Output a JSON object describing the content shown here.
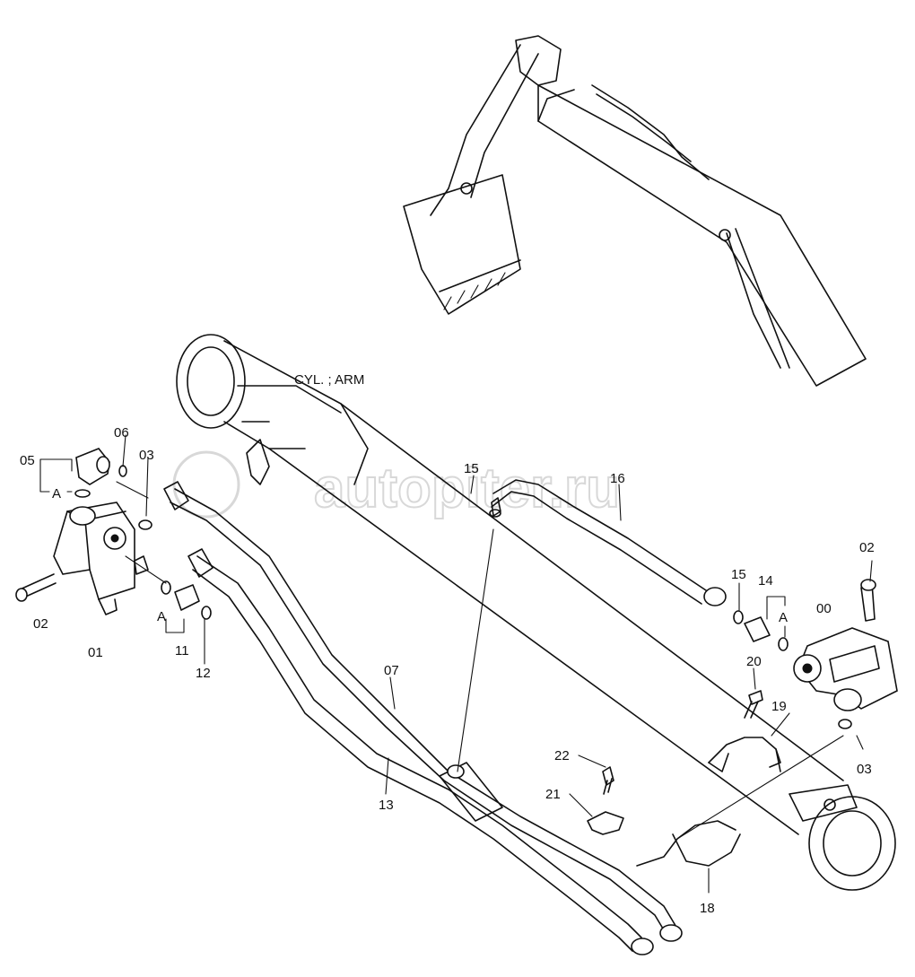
{
  "watermark": "autopiter.ru",
  "caption": "CYL. ; ARM",
  "labels": {
    "l00": "00",
    "l01": "01",
    "l02a": "02",
    "l02b": "02",
    "l03a": "03",
    "l03b": "03",
    "l05": "05",
    "l06": "06",
    "l07": "07",
    "l11": "11",
    "l12": "12",
    "l13": "13",
    "l14": "14",
    "l15a": "15",
    "l15b": "15",
    "l16": "16",
    "l18": "18",
    "l19": "19",
    "l20": "20",
    "l21": "21",
    "l22": "22",
    "a1": "A",
    "a2": "A",
    "a3": "A"
  }
}
